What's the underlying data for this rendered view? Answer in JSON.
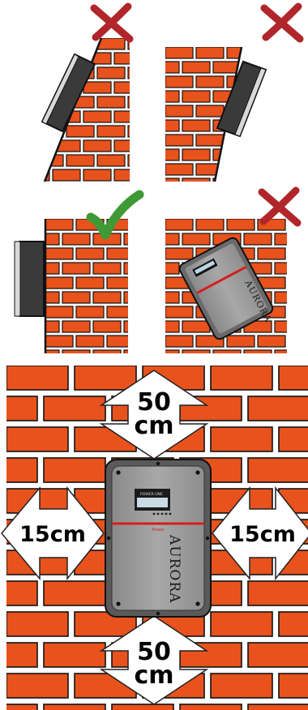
{
  "colors": {
    "brick": "#e8521c",
    "mortar": "#ffffff",
    "brick_outline": "#111111",
    "inverter_body": "#9a9a9a",
    "inverter_frame": "#5a5a5a",
    "inverter_accent": "#d21f1f",
    "wrong_mark": "#b0262a",
    "right_mark": "#3f9a35",
    "arrow_fill": "#ffffff"
  },
  "panels": [
    {
      "status": "wrong",
      "icon": "cross-icon"
    },
    {
      "status": "wrong",
      "icon": "cross-icon"
    },
    {
      "status": "correct",
      "icon": "check-icon"
    },
    {
      "status": "wrong",
      "icon": "cross-icon"
    }
  ],
  "clearance": {
    "top": {
      "value": "50",
      "unit": "cm"
    },
    "bottom": {
      "value": "50",
      "unit": "cm"
    },
    "left": "15cm",
    "right": "15cm"
  },
  "inverter": {
    "brand": "AURORA",
    "display_label": "POWER-ONE",
    "small_label": "Power"
  }
}
